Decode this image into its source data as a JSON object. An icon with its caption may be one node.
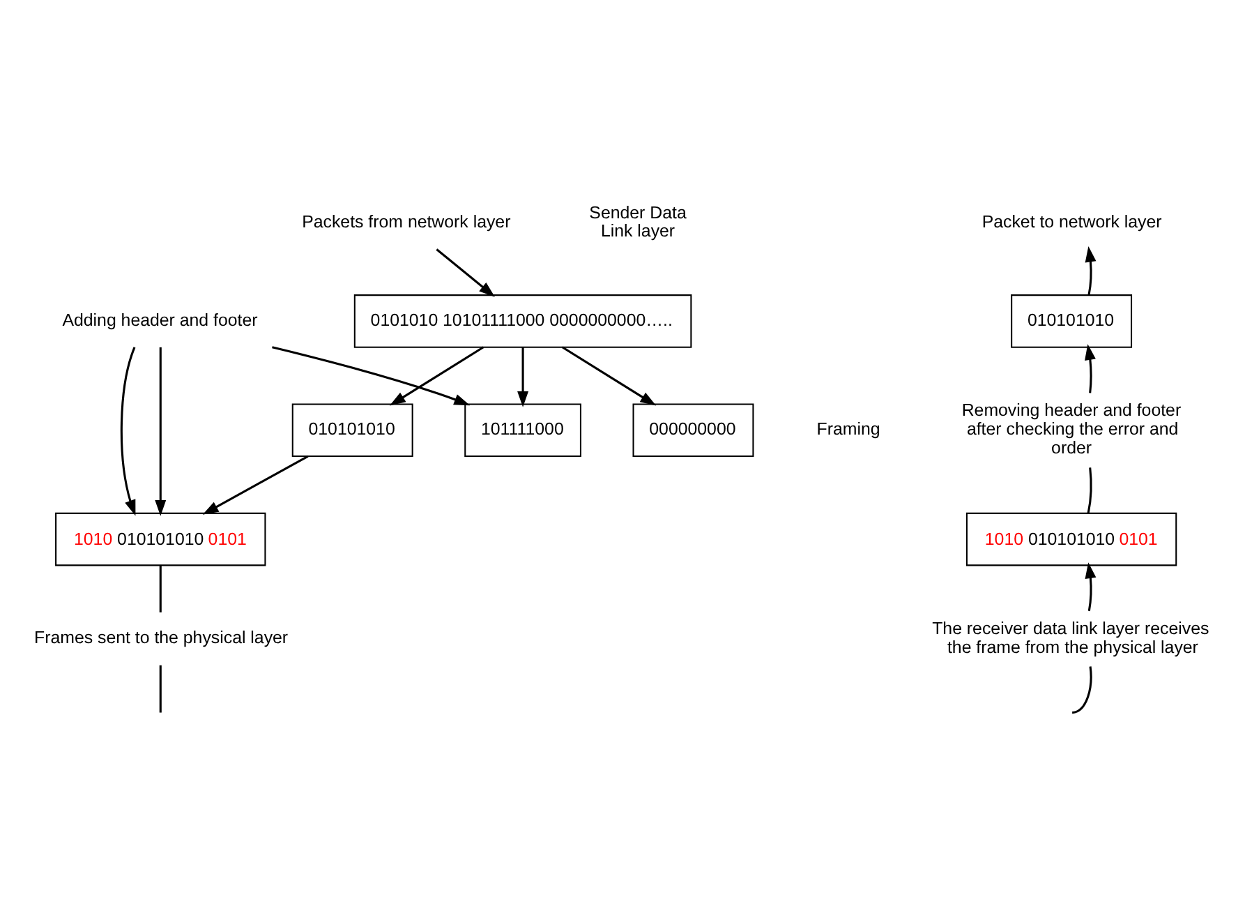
{
  "diagram": {
    "nodes": [
      {
        "text": [
          "Packets from network layer"
        ]
      },
      {
        "text": [
          "0101010 10101111000 0000000000….."
        ]
      },
      {
        "text": [
          "010101010"
        ]
      },
      {
        "text": [
          "101111000"
        ]
      },
      {
        "text": [
          "000000000"
        ]
      },
      {
        "text": [
          "Adding header and footer"
        ]
      },
      {
        "text": [
          "1010",
          "010101010",
          "0101"
        ]
      },
      {
        "text": [
          "Frames sent to the physical layer"
        ]
      },
      {
        "text": [
          "Packet to network layer"
        ]
      },
      {
        "text": [
          "010101010"
        ]
      },
      {
        "text": [
          "Removing header and footer after checking the error and order"
        ]
      },
      {
        "text": [
          "1010",
          "010101010",
          "0101"
        ]
      },
      {
        "text": [
          "The receiver data link layer receives the frame from the physical layer"
        ]
      }
    ],
    "edges": [
      {
        "from": 0,
        "to": 1,
        "arrow": "to"
      },
      {
        "from": 1,
        "to": 2,
        "arrow": "to"
      },
      {
        "from": 1,
        "to": 3,
        "arrow": "to"
      },
      {
        "from": 1,
        "to": 4,
        "arrow": "to"
      },
      {
        "from": 2,
        "to": 6,
        "arrow": "to"
      },
      {
        "from": 5,
        "to": 3,
        "arrow": "to"
      },
      {
        "from": 5,
        "to": 6,
        "arrow": "to"
      },
      {
        "from": 5,
        "to": 6,
        "arrow": "to"
      },
      {
        "from": 6,
        "to": 7,
        "arrow": "none"
      },
      {
        "from": 7,
        "to": null,
        "arrow": "none"
      },
      {
        "from": 9,
        "to": 8,
        "arrow": "to"
      },
      {
        "from": 10,
        "to": 9,
        "arrow": "to"
      },
      {
        "from": 11,
        "to": 10,
        "arrow": "none"
      },
      {
        "from": 12,
        "to": 11,
        "arrow": "to"
      },
      {
        "from": null,
        "to": 12,
        "arrow": "none"
      }
    ],
    "labels": [
      "Sender Data Link layer",
      "Framing"
    ]
  }
}
